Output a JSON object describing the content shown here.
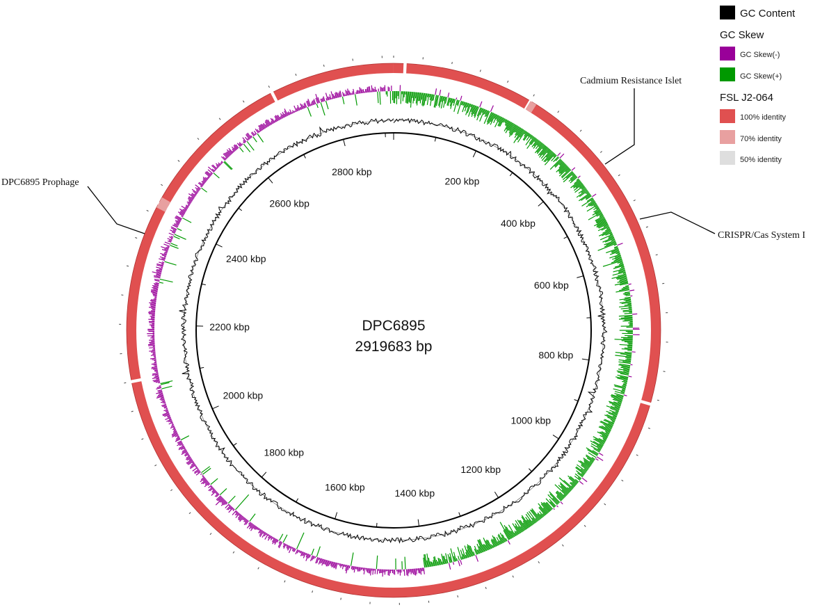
{
  "genome": {
    "name": "DPC6895",
    "size_label": "2919683 bp",
    "length_bp": 2919683
  },
  "scale_labels": [
    {
      "label": "200 kbp",
      "position_bp": 200000
    },
    {
      "label": "400 kbp",
      "position_bp": 400000
    },
    {
      "label": "600 kbp",
      "position_bp": 600000
    },
    {
      "label": "800 kbp",
      "position_bp": 800000
    },
    {
      "label": "1000 kbp",
      "position_bp": 1000000
    },
    {
      "label": "1200 kbp",
      "position_bp": 1200000
    },
    {
      "label": "1400 kbp",
      "position_bp": 1400000
    },
    {
      "label": "1600 kbp",
      "position_bp": 1600000
    },
    {
      "label": "1800 kbp",
      "position_bp": 1800000
    },
    {
      "label": "2000 kbp",
      "position_bp": 2000000
    },
    {
      "label": "2200 kbp",
      "position_bp": 2200000
    },
    {
      "label": "2400 kbp",
      "position_bp": 2400000
    },
    {
      "label": "2600 kbp",
      "position_bp": 2600000
    },
    {
      "label": "2800 kbp",
      "position_bp": 2800000
    }
  ],
  "gc_skew_switch_bp": [
    1400000,
    2919683
  ],
  "identity_gaps_bp": [
    20000,
    250000,
    2100000,
    2420000,
    2700000,
    860000
  ],
  "annotations": [
    {
      "label": "Cadmium Resistance Islet",
      "position_bp": 255000
    },
    {
      "label": "CRISPR/Cas System I",
      "position_bp": 345000
    },
    {
      "label": "DPC6895 Prophage",
      "position_bp": 2425000
    }
  ],
  "legend": {
    "gc_content": {
      "label": "GC Content",
      "color": "#000000"
    },
    "gc_skew_title": "GC Skew",
    "gc_skew_neg": {
      "label": "GC Skew(-)",
      "color": "#990099"
    },
    "gc_skew_pos": {
      "label": "GC Skew(+)",
      "color": "#009900"
    },
    "ring_title": "FSL J2-064",
    "identity": [
      {
        "label": "100% identity",
        "color": "#e05050"
      },
      {
        "label": "70% identity",
        "color": "#e8a0a0"
      },
      {
        "label": "50% identity",
        "color": "#dedede"
      }
    ]
  }
}
